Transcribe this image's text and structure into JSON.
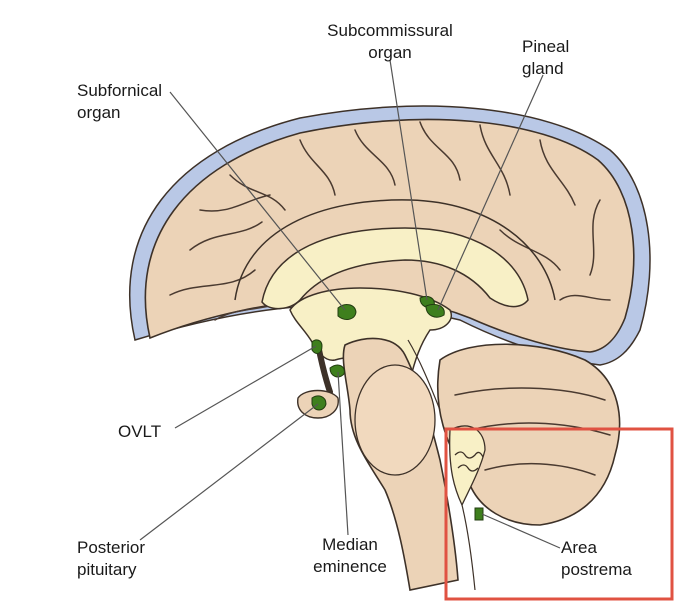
{
  "labels": {
    "subfornical": [
      "Subfornical",
      "organ"
    ],
    "subcommissural": [
      "Subcommissural",
      "organ"
    ],
    "pineal": [
      "Pineal",
      "gland"
    ],
    "ovlt": [
      "OVLT"
    ],
    "posterior_pituitary": [
      "Posterior",
      "pituitary"
    ],
    "median_eminence": [
      "Median",
      "eminence"
    ],
    "area_postrema": [
      "Area",
      "postrema"
    ]
  },
  "colors": {
    "meninges": "#b9c8e6",
    "brain_tissue": "#ecd3b7",
    "ventricle": "#f8f0c6",
    "organ_green": "#3e7f1d",
    "highlight_box": "#e05242",
    "outline": "#3d3128"
  },
  "highlight": {
    "target": "area_postrema"
  }
}
